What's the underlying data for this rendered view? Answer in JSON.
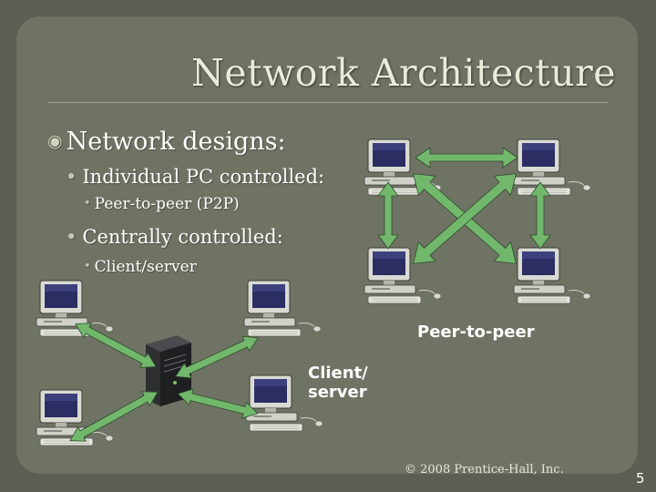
{
  "slide": {
    "title": "Network Architecture",
    "bullets": {
      "level1": "Network designs:",
      "item1": "Individual PC controlled:",
      "item1_sub": "Peer-to-peer (P2P)",
      "item2": "Centrally controlled:",
      "item2_sub": "Client/server"
    },
    "labels": {
      "peer_to_peer": "Peer-to-peer",
      "client_server_line1": "Client/",
      "client_server_line2": "server"
    },
    "footer": {
      "copyright": "© 2008 Prentice-Hall, Inc.",
      "page_number": "5"
    }
  },
  "colors": {
    "background": "#5b5e52",
    "panel": "#6f7364",
    "arrow": "#72b86c",
    "title_text": "#e8ecd8"
  },
  "icons": [
    "computer-icon",
    "server-icon",
    "double-arrow"
  ]
}
